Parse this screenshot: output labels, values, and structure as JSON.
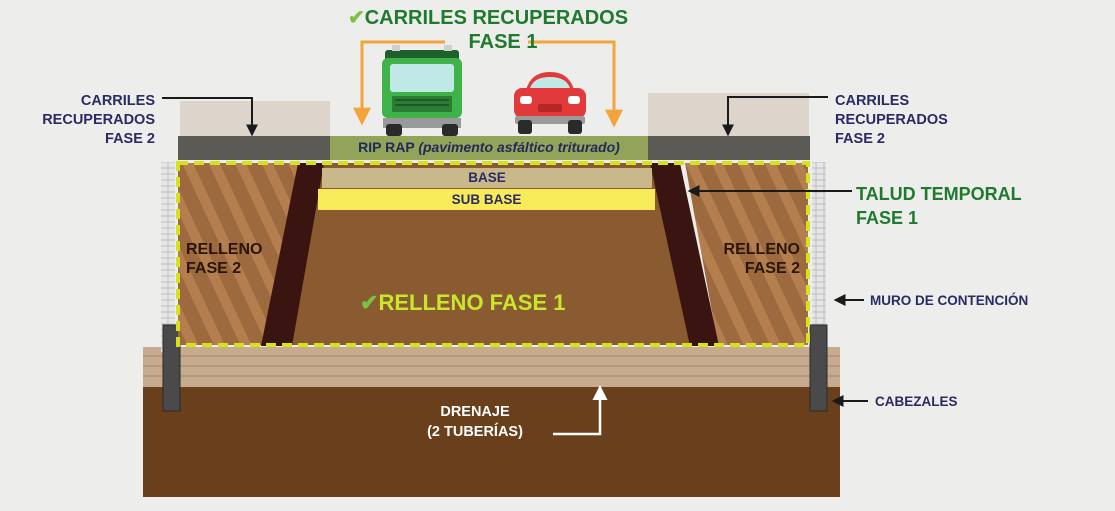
{
  "top_label": {
    "line1": "CARRILES RECUPERADOS",
    "line2": "FASE 1"
  },
  "left_label": {
    "line1": "CARRILES",
    "line2": "RECUPERADOS",
    "line3": "FASE 2"
  },
  "right_label": {
    "line1": "CARRILES",
    "line2": "RECUPERADOS",
    "line3": "FASE 2"
  },
  "riprap_label": {
    "main": "RIP RAP",
    "detail": "(pavimento asfáltico triturado)"
  },
  "base_label": "BASE",
  "subbase_label": "SUB BASE",
  "fill_left": {
    "line1": "RELLENO",
    "line2": "FASE 2"
  },
  "fill_right": {
    "line1": "RELLENO",
    "line2": "FASE 2"
  },
  "fill_center": "RELLENO FASE 1",
  "slope_label": {
    "line1": "TALUD TEMPORAL",
    "line2": "FASE 1"
  },
  "retaining_wall_label": "MURO DE CONTENCIÓN",
  "headwalls_label": "CABEZALES",
  "drainage_label": {
    "line1": "DRENAJE",
    "line2": "(2 TUBERÍAS)"
  },
  "colors": {
    "navy_text": "#2b2a62",
    "green_text": "#1f7a2e",
    "check_green": "#7dc142",
    "lime_text": "#c8e62a",
    "orange_arrow": "#f2a53a",
    "soil_dark": "#6a3f1c",
    "fill_center": "#8a5a30",
    "slope_band": "#3a1410",
    "subbase_yellow": "#f6ec5a",
    "base_tan": "#c9b98a",
    "riprap_green": "#93a45a",
    "asphalt_gray": "#5c5a55",
    "concrete_top": "#ddd5cb",
    "dashed_outline": "#d4e31a"
  },
  "icons": [
    "check-icon",
    "truck-icon",
    "car-icon",
    "arrow-icon"
  ]
}
